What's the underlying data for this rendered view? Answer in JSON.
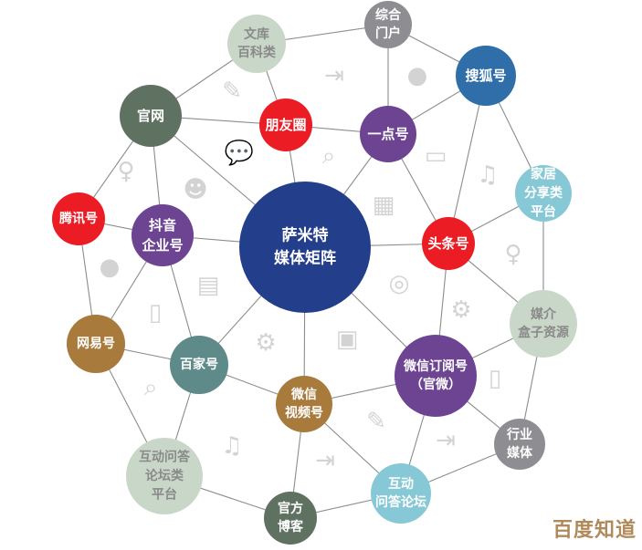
{
  "diagram": {
    "center": {
      "id": "center",
      "lines": [
        "萨米特",
        "媒体矩阵"
      ],
      "color": "#233e8b",
      "text_color": "#ffffff"
    },
    "nodes": [
      {
        "id": "zonghe",
        "lines": [
          "综合",
          "门户"
        ],
        "color": "#8e8e92",
        "text_color": "#ffffff"
      },
      {
        "id": "wenku",
        "lines": [
          "文库",
          "百科类"
        ],
        "color": "#c9d7c9",
        "text_color": "#8a8a8a"
      },
      {
        "id": "sohu",
        "lines": [
          "搜狐号"
        ],
        "color": "#2f6ea8",
        "text_color": "#ffffff"
      },
      {
        "id": "guanwang",
        "lines": [
          "官网"
        ],
        "color": "#5f7161",
        "text_color": "#ffffff"
      },
      {
        "id": "pengyouquan",
        "lines": [
          "朋友圈"
        ],
        "color": "#ec1c24",
        "text_color": "#ffffff"
      },
      {
        "id": "yidian",
        "lines": [
          "一点号"
        ],
        "color": "#6d4491",
        "text_color": "#ffffff"
      },
      {
        "id": "jiaju",
        "lines": [
          "家居",
          "分享类",
          "平台"
        ],
        "color": "#87c8d6",
        "text_color": "#ffffff"
      },
      {
        "id": "tengxun",
        "lines": [
          "腾讯号"
        ],
        "color": "#ec1c24",
        "text_color": "#ffffff"
      },
      {
        "id": "douyin",
        "lines": [
          "抖音",
          "企业号"
        ],
        "color": "#6d4491",
        "text_color": "#ffffff"
      },
      {
        "id": "toutiao",
        "lines": [
          "头条号"
        ],
        "color": "#ec1c24",
        "text_color": "#ffffff"
      },
      {
        "id": "meijie",
        "lines": [
          "媒介",
          "盒子资源"
        ],
        "color": "#c9d7c9",
        "text_color": "#8a8a8a"
      },
      {
        "id": "wangyi",
        "lines": [
          "网易号"
        ],
        "color": "#a87a3c",
        "text_color": "#ffffff"
      },
      {
        "id": "baijia",
        "lines": [
          "百家号"
        ],
        "color": "#5e8a8a",
        "text_color": "#ffffff"
      },
      {
        "id": "shipin",
        "lines": [
          "微信",
          "视频号"
        ],
        "color": "#a87a3c",
        "text_color": "#ffffff"
      },
      {
        "id": "dingyue",
        "lines": [
          "微信订阅号",
          "（官微）"
        ],
        "color": "#6d4491",
        "text_color": "#ffffff"
      },
      {
        "id": "hangye",
        "lines": [
          "行业",
          "媒体"
        ],
        "color": "#8e8e92",
        "text_color": "#ffffff"
      },
      {
        "id": "wenda_platform",
        "lines": [
          "互动问答",
          "论坛类",
          "平台"
        ],
        "color": "#c9d7c9",
        "text_color": "#8a8a8a"
      },
      {
        "id": "boke",
        "lines": [
          "官方",
          "博客"
        ],
        "color": "#5f7161",
        "text_color": "#ffffff"
      },
      {
        "id": "luntan",
        "lines": [
          "互动",
          "问答论坛"
        ],
        "color": "#87c8d6",
        "text_color": "#ffffff"
      }
    ],
    "edges": [
      [
        "wenku",
        "zonghe"
      ],
      [
        "zonghe",
        "sohu"
      ],
      [
        "zonghe",
        "yidian"
      ],
      [
        "wenku",
        "guanwang"
      ],
      [
        "wenku",
        "pengyouquan"
      ],
      [
        "guanwang",
        "pengyouquan"
      ],
      [
        "pengyouquan",
        "yidian"
      ],
      [
        "guanwang",
        "tengxun"
      ],
      [
        "guanwang",
        "douyin"
      ],
      [
        "guanwang",
        "center"
      ],
      [
        "pengyouquan",
        "center"
      ],
      [
        "yidian",
        "sohu"
      ],
      [
        "yidian",
        "center"
      ],
      [
        "yidian",
        "toutiao"
      ],
      [
        "sohu",
        "toutiao"
      ],
      [
        "sohu",
        "jiaju"
      ],
      [
        "jiaju",
        "toutiao"
      ],
      [
        "jiaju",
        "meijie"
      ],
      [
        "tengxun",
        "douyin"
      ],
      [
        "tengxun",
        "wangyi"
      ],
      [
        "douyin",
        "center"
      ],
      [
        "douyin",
        "wangyi"
      ],
      [
        "douyin",
        "baijia"
      ],
      [
        "center",
        "toutiao"
      ],
      [
        "toutiao",
        "meijie"
      ],
      [
        "toutiao",
        "dingyue"
      ],
      [
        "center",
        "baijia"
      ],
      [
        "center",
        "shipin"
      ],
      [
        "center",
        "dingyue"
      ],
      [
        "wangyi",
        "baijia"
      ],
      [
        "wangyi",
        "wenda_platform"
      ],
      [
        "baijia",
        "shipin"
      ],
      [
        "baijia",
        "wenda_platform"
      ],
      [
        "shipin",
        "dingyue"
      ],
      [
        "shipin",
        "boke"
      ],
      [
        "shipin",
        "luntan"
      ],
      [
        "dingyue",
        "meijie"
      ],
      [
        "dingyue",
        "hangye"
      ],
      [
        "dingyue",
        "luntan"
      ],
      [
        "meijie",
        "hangye"
      ],
      [
        "hangye",
        "luntan"
      ],
      [
        "wenda_platform",
        "boke"
      ],
      [
        "boke",
        "luntan"
      ]
    ],
    "edge_color": "#8c8c8c",
    "decorative_icons": [
      "document-edit-icon",
      "file-import-icon",
      "user-icon",
      "chat-bubbles-icon",
      "search-icon",
      "computer-icon",
      "lightbulb-icon",
      "comment-user-icon",
      "calendar-icon",
      "headphones-icon",
      "document-icon",
      "coins-icon",
      "touch-phone-icon",
      "gear-icon",
      "gears-icon",
      "monitor-icon",
      "document-search-icon"
    ]
  },
  "watermark": "百度知道"
}
